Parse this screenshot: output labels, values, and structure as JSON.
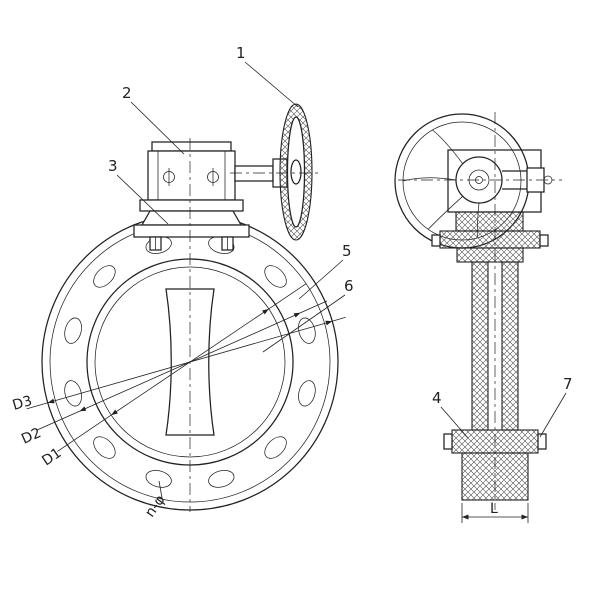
{
  "colors": {
    "line": "#222222",
    "bg": "#ffffff"
  },
  "front_view": {
    "callout_1": "1",
    "callout_2": "2",
    "callout_3": "3",
    "callout_5": "5",
    "callout_6": "6",
    "dim_d1": "D1",
    "dim_d2": "D2",
    "dim_d3": "D3",
    "dim_bolt_holes": "n-φ"
  },
  "side_view": {
    "callout_4": "4",
    "callout_7": "7",
    "dim_length": "L"
  }
}
